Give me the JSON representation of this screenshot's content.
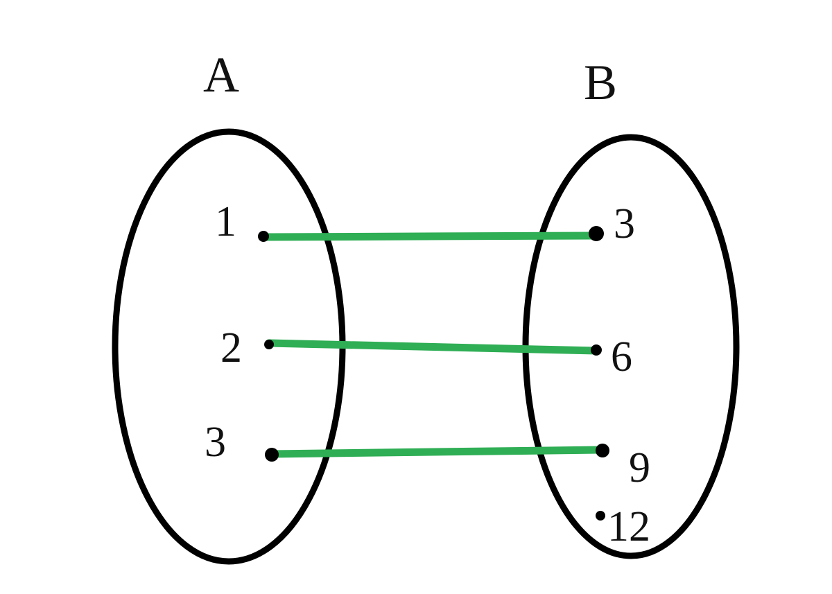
{
  "sets": [
    {
      "name": "A",
      "elements": [
        "1",
        "2",
        "3"
      ]
    },
    {
      "name": "B",
      "elements": [
        "3",
        "6",
        "9",
        "12"
      ]
    }
  ],
  "mappings": [
    {
      "from": "1",
      "to": "3"
    },
    {
      "from": "2",
      "to": "6"
    },
    {
      "from": "3",
      "to": "9"
    }
  ],
  "colors": {
    "outline": "#000000",
    "arrow": "#2fae55",
    "text": "#111111"
  }
}
